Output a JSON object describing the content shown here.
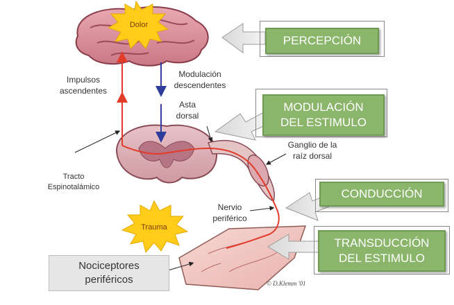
{
  "labels": {
    "dolor": "Dolor",
    "impulsos_1": "Impulsos",
    "impulsos_2": "ascendentes",
    "modulacion_1": "Modulación",
    "modulacion_2": "descendentes",
    "asta_1": "Asta",
    "asta_2": "dorsal",
    "ganglio_1": "Ganglio de la",
    "ganglio_2": "raíz dorsal",
    "tracto_1": "Tracto",
    "tracto_2": "Espinotalámico",
    "nervio_1": "Nervio",
    "nervio_2": "periférico",
    "trauma": "Trauma",
    "nociceptores_1": "Nociceptores",
    "nociceptores_2": "periféricos",
    "credit": "© D.Klemm '01"
  },
  "stages": {
    "percepcion": "PERCEPCIÓN",
    "modulacion_1": "MODULACIÓN",
    "modulacion_2": "DEL ESTIMULO",
    "conduccion": "CONDUCCIÓN",
    "transduccion_1": "TRANSDUCCIÓN",
    "transduccion_2": "DEL ESTIMULO"
  },
  "colors": {
    "stage_green": "#8ab56a",
    "ascending_red": "#e23b2a",
    "descending_blue": "#2e3c9c",
    "burst_yellow": "#ffcc1a",
    "brain_pink": "#d98a95"
  }
}
